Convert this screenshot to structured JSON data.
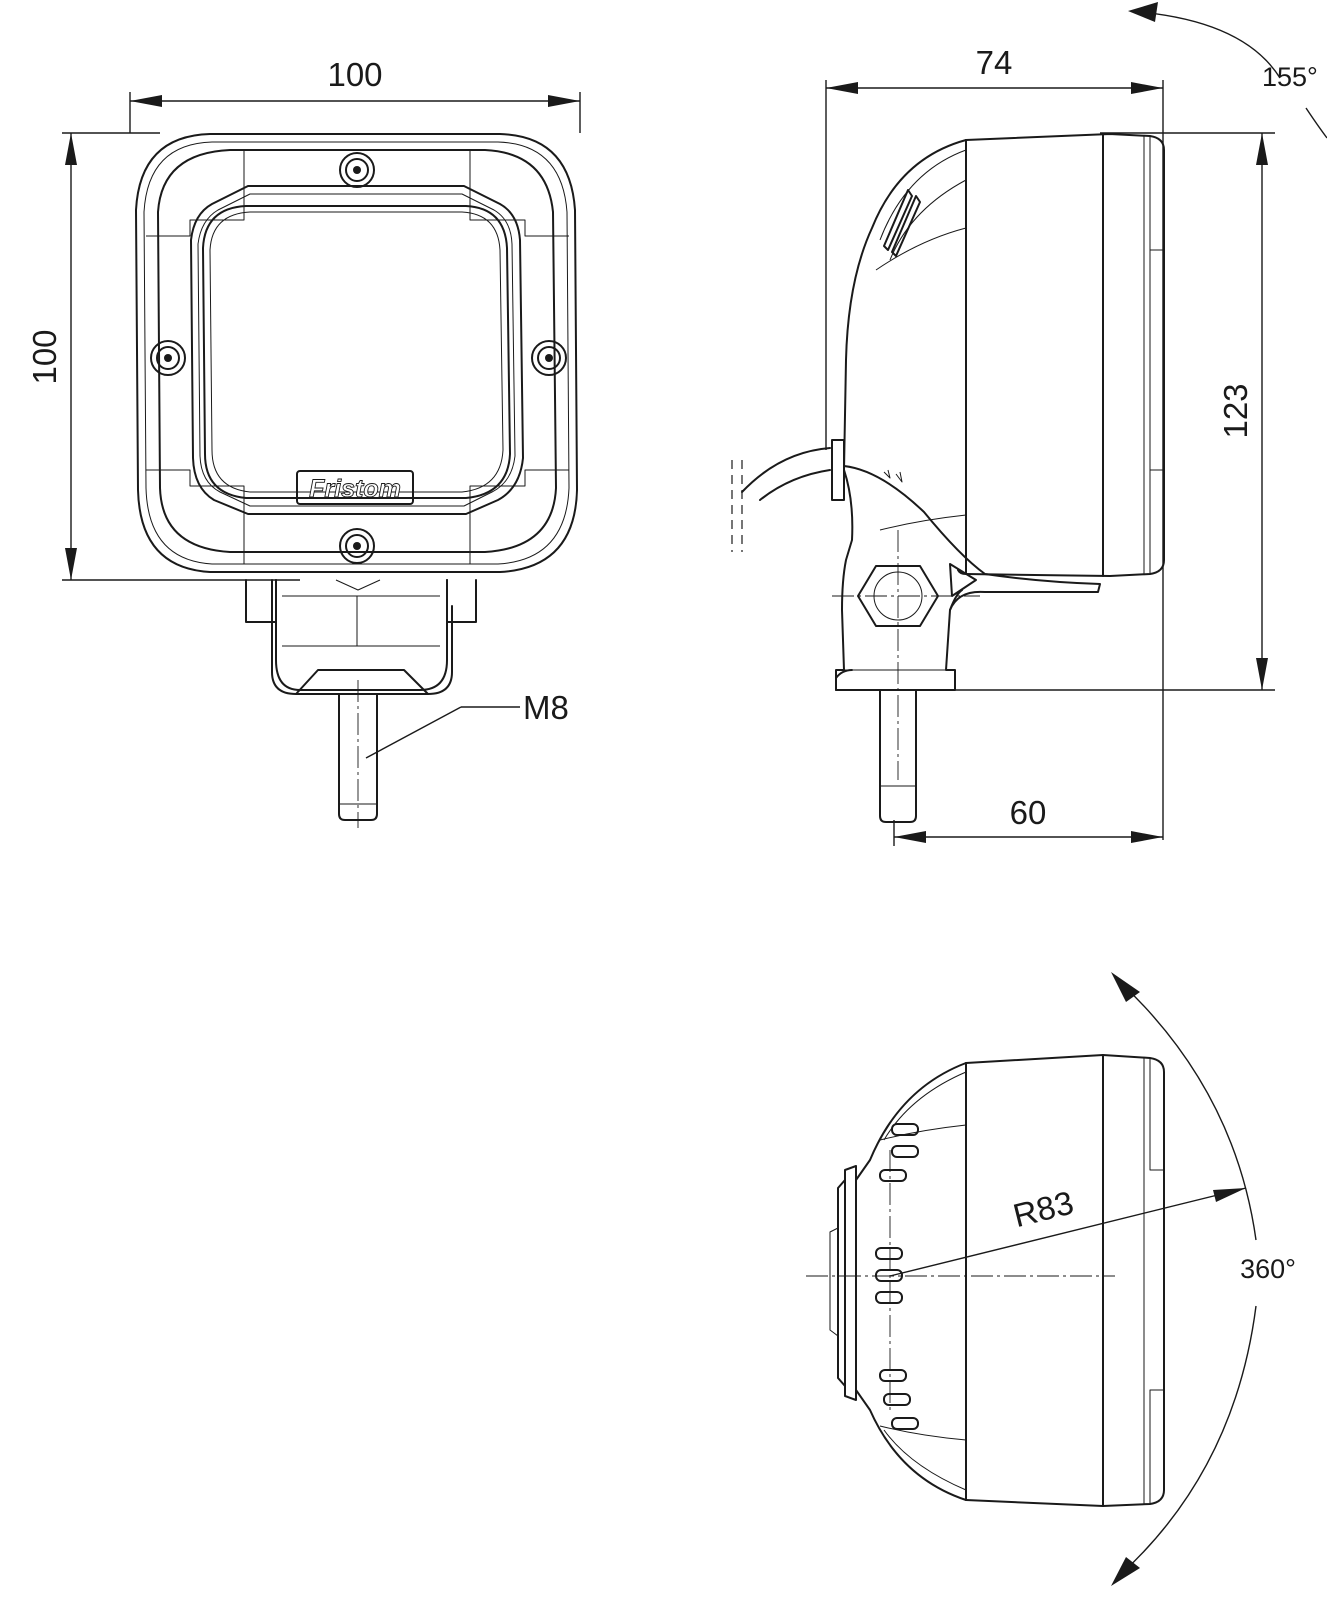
{
  "dimensions": {
    "front_width": "100",
    "front_height": "100",
    "side_depth": "74",
    "side_height": "123",
    "mount_offset": "60",
    "bolt_thread": "M8",
    "swing_angle": "155°",
    "radius": "R83",
    "rotation_angle": "360°"
  },
  "brand": {
    "logo_text": "Fristom"
  }
}
